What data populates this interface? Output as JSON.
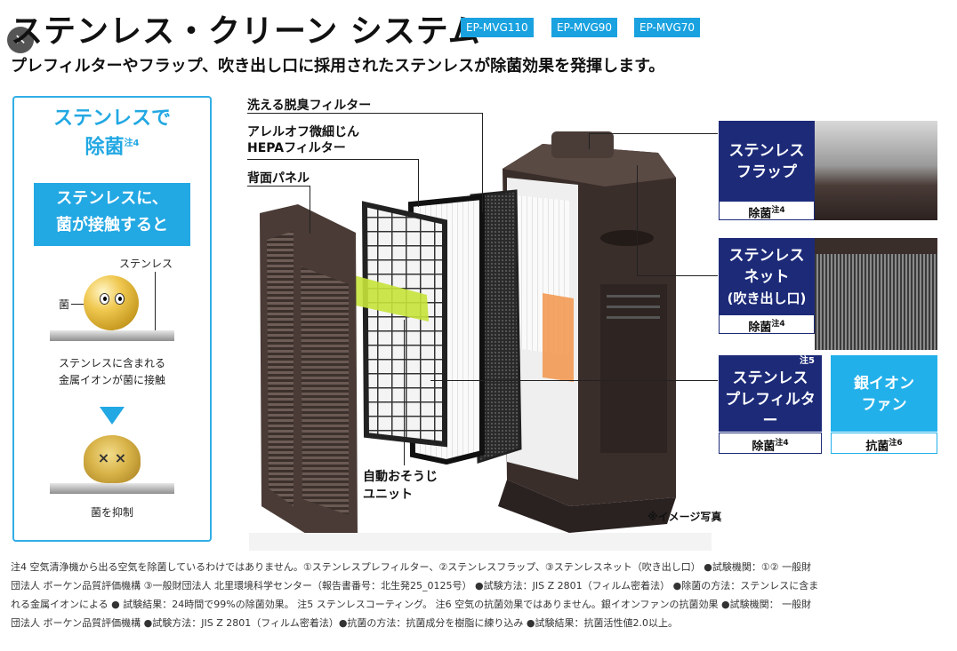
{
  "header": {
    "title": "ステンレス・クリーン システム",
    "models": [
      "EP-MVG110",
      "EP-MVG90",
      "EP-MVG70"
    ],
    "subtitle": "プレフィルターやフラップ、吹き出し口に採用されたステンレスが除菌効果を発揮します。"
  },
  "left_panel": {
    "heading_line1": "ステンレスで",
    "heading_line2": "除菌",
    "heading_note": "注4",
    "box_line1": "ステンレスに、",
    "box_line2": "菌が接触すると",
    "label_steel": "ステンレス",
    "label_germ": "菌",
    "caption1_line1": "ステンレスに含まれる",
    "caption1_line2": "金属イオンが菌に接触",
    "x_marks": "× ×",
    "caption2": "菌を抑制"
  },
  "product": {
    "label_deodor": "洗える脱臭フィルター",
    "label_hepa_line1": "アレルオフ微細じん",
    "label_hepa_line2": "HEPAフィルター",
    "label_back": "背面パネル",
    "label_auto_line1": "自動おそうじ",
    "label_auto_line2": "ユニット",
    "image_note": "※イメージ写真"
  },
  "features": {
    "flap_line1": "ステンレス",
    "flap_line2": "フラップ",
    "flap_caption": "除菌",
    "flap_note": "注4",
    "net_line1": "ステンレス",
    "net_line2": "ネット",
    "net_line3": "(吹き出し口)",
    "net_caption": "除菌",
    "net_note": "注4",
    "pre_note": "注5",
    "pre_line1": "ステンレス",
    "pre_line2": "プレフィルター",
    "pre_caption": "除菌",
    "pre_caption_note": "注4",
    "fan_line1": "銀イオン",
    "fan_line2": "ファン",
    "fan_caption": "抗菌",
    "fan_note": "注6"
  },
  "footnotes": [
    "注4 空気清浄機から出る空気を除菌しているわけではありません。①ステンレスプレフィルター、②ステンレスフラップ、③ステンレスネット（吹き出し口） ●試験機関：①② 一般財",
    "団法人 ボーケン品質評価機構 ③一般財団法人 北里環境科学センター（報告書番号：北生発25_0125号） ●試験方法：JIS Z 2801（フィルム密着法） ●除菌の方法：ステンレスに含ま",
    "れる金属イオンによる ● 試験結果：24時間で99%の除菌効果。 注5 ステンレスコーティング。 注6 空気の抗菌効果ではありません。銀イオンファンの抗菌効果 ●試験機関： 一般財",
    "団法人 ボーケン品質評価機構 ●試験方法：JIS Z 2801（フィルム密着法）●抗菌の方法：抗菌成分を樹脂に練り込み ●試験結果：抗菌活性値2.0以上。"
  ],
  "colors": {
    "accent_blue": "#22a8e3",
    "navy": "#1c2a78"
  }
}
